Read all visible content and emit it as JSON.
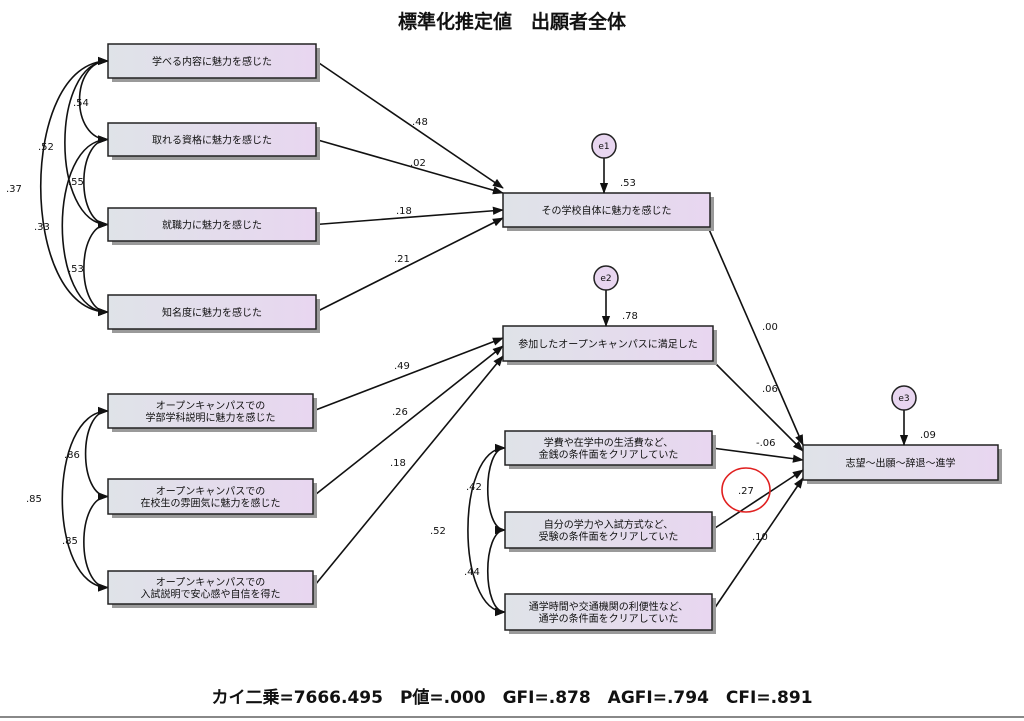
{
  "title": "標準化推定値　出願者全体",
  "fit_stats": "カイ二乗=7666.495　P値=.000　GFI=.878　AGFI=.794　CFI=.891",
  "boxes": {
    "x1": [
      "学べる内容に魅力を感じた"
    ],
    "x2": [
      "取れる資格に魅力を感じた"
    ],
    "x3": [
      "就職力に魅力を感じた"
    ],
    "x4": [
      "知名度に魅力を感じた"
    ],
    "x5": [
      "オープンキャンパスでの",
      "学部学科説明に魅力を感じた"
    ],
    "x6": [
      "オープンキャンパスでの",
      "在校生の雰囲気に魅力を感じた"
    ],
    "x7": [
      "オープンキャンパスでの",
      "入試説明で安心感や自信を得た"
    ],
    "m1": [
      "その学校自体に魅力を感じた"
    ],
    "m2": [
      "参加したオープンキャンパスに満足した"
    ],
    "c1": [
      "学費や在学中の生活費など、",
      "金銭の条件面をクリアしていた"
    ],
    "c2": [
      "自分の学力や入試方式など、",
      "受験の条件面をクリアしていた"
    ],
    "c3": [
      "通学時間や交通機関の利便性など、",
      "通学の条件面をクリアしていた"
    ],
    "y": [
      "志望～出願～辞退～進学"
    ]
  },
  "errors": {
    "e1": "e1",
    "e2": "e2",
    "e3": "e3"
  },
  "r2": {
    "m1": ".53",
    "m2": ".78",
    "y": ".09"
  },
  "paths": [
    {
      "from": "x1",
      "to": "m1",
      "value": ".48"
    },
    {
      "from": "x2",
      "to": "m1",
      "value": ".02"
    },
    {
      "from": "x3",
      "to": "m1",
      "value": ".18"
    },
    {
      "from": "x4",
      "to": "m1",
      "value": ".21"
    },
    {
      "from": "x5",
      "to": "m2",
      "value": ".49"
    },
    {
      "from": "x6",
      "to": "m2",
      "value": ".26"
    },
    {
      "from": "x7",
      "to": "m2",
      "value": ".18"
    },
    {
      "from": "m1",
      "to": "y",
      "value": ".00"
    },
    {
      "from": "m2",
      "to": "y",
      "value": ".06"
    },
    {
      "from": "c1",
      "to": "y",
      "value": "-.06"
    },
    {
      "from": "c2",
      "to": "y",
      "value": ".27",
      "highlighted": true
    },
    {
      "from": "c3",
      "to": "y",
      "value": ".10"
    }
  ],
  "correlations": [
    {
      "a": "x1",
      "b": "x2",
      "value": ".54"
    },
    {
      "a": "x2",
      "b": "x3",
      "value": ".55"
    },
    {
      "a": "x3",
      "b": "x4",
      "value": ".53"
    },
    {
      "a": "x1",
      "b": "x3",
      "value": ".52"
    },
    {
      "a": "x2",
      "b": "x4",
      "value": ".33"
    },
    {
      "a": "x1",
      "b": "x4",
      "value": ".37"
    },
    {
      "a": "x5",
      "b": "x6",
      "value": ".86"
    },
    {
      "a": "x6",
      "b": "x7",
      "value": ".85"
    },
    {
      "a": "x5",
      "b": "x7",
      "value": ".85"
    },
    {
      "a": "c1",
      "b": "c2",
      "value": ".42"
    },
    {
      "a": "c2",
      "b": "c3",
      "value": ".44"
    },
    {
      "a": "c1",
      "b": "c3",
      "value": ".52"
    }
  ],
  "colors": {
    "box_fill_left": "#dfe3e8",
    "box_fill_right": "#e8d6f0",
    "error_fill": "#e8d6f0",
    "highlight": "#e02020"
  }
}
